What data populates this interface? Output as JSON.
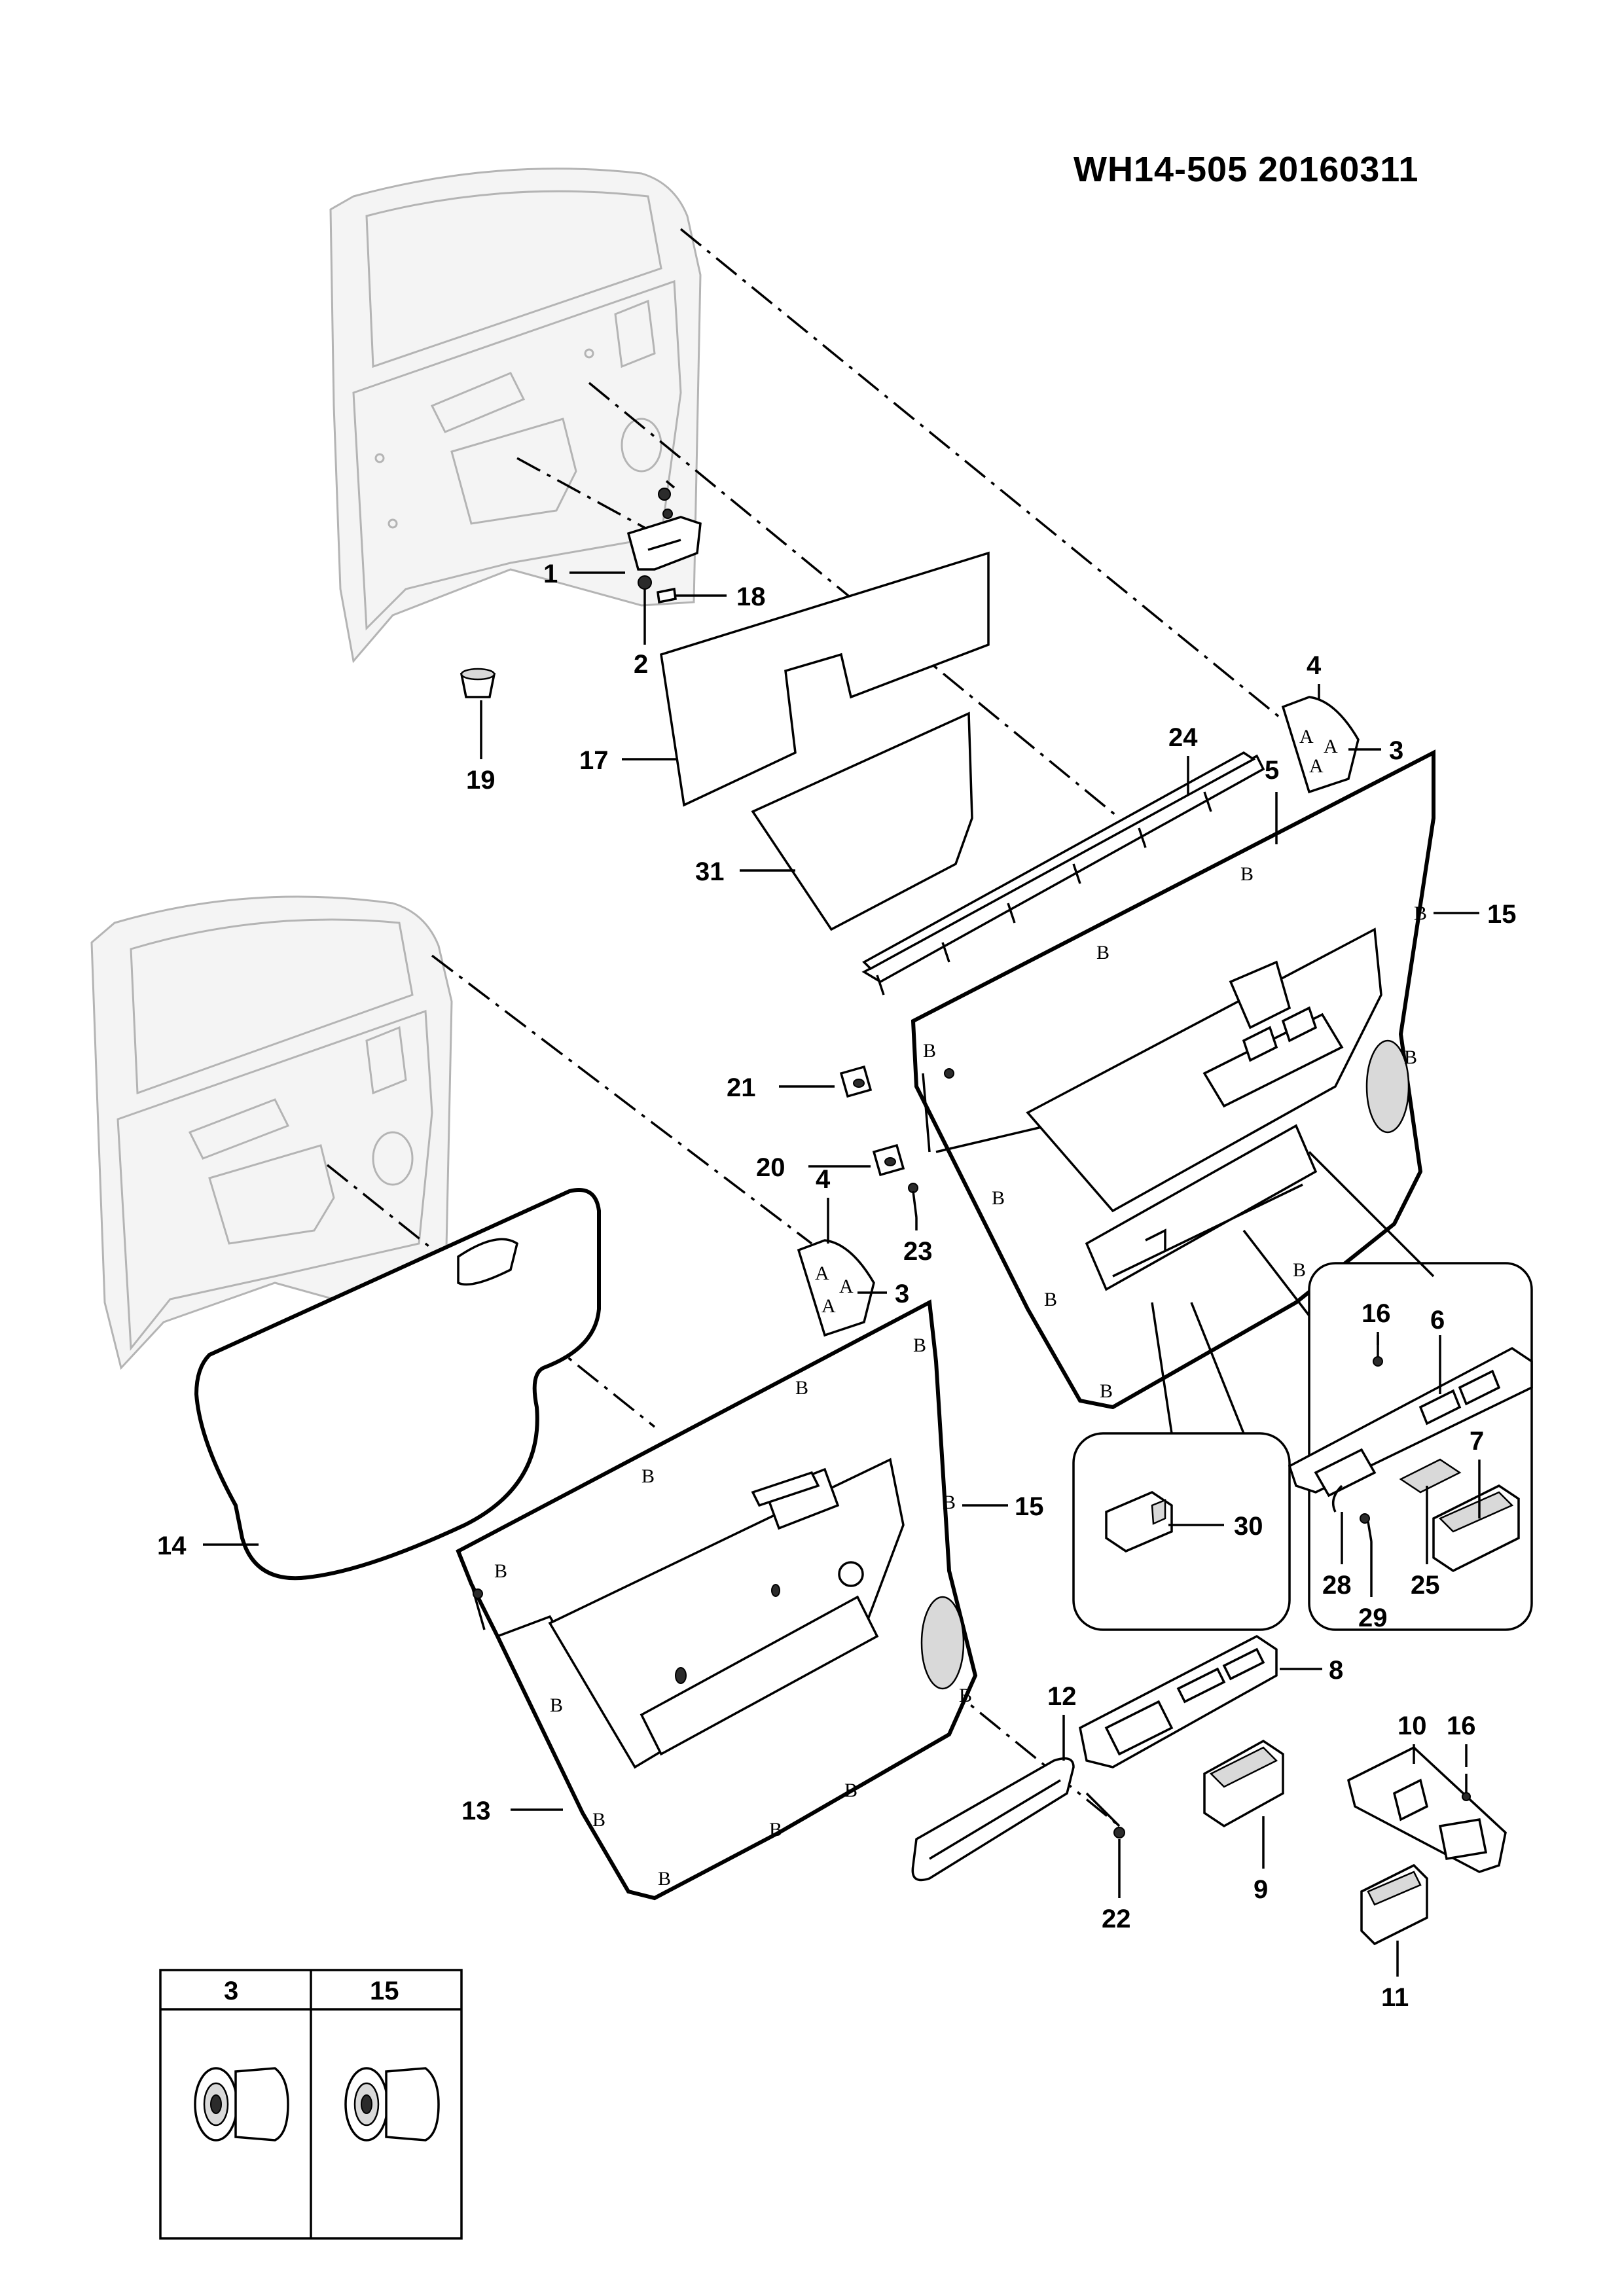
{
  "document": {
    "code": "WH14-505  20160311"
  },
  "callouts": {
    "c1": "1",
    "c2": "2",
    "c3a": "3",
    "c3b": "3",
    "c4a": "4",
    "c4b": "4",
    "c5": "5",
    "c6": "6",
    "c7": "7",
    "c8": "8",
    "c9": "9",
    "c10": "10",
    "c11": "11",
    "c12": "12",
    "c13": "13",
    "c14": "14",
    "c15a": "15",
    "c15b": "15",
    "c16a": "16",
    "c16b": "16",
    "c17": "17",
    "c18": "18",
    "c19": "19",
    "c20": "20",
    "c21": "21",
    "c22": "22",
    "c23": "23",
    "c24": "24",
    "c25": "25",
    "c28": "28",
    "c29": "29",
    "c30": "30",
    "c31": "31"
  },
  "clip_markers": {
    "a": "A",
    "b": "B"
  },
  "legend_table": {
    "col1_header": "3",
    "col2_header": "15"
  }
}
